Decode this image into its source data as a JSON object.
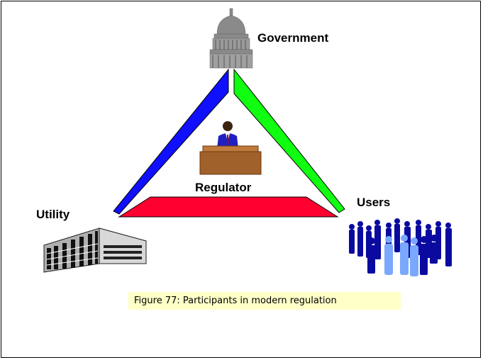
{
  "nodes": {
    "government": "Government",
    "regulator": "Regulator",
    "utility": "Utility",
    "users": "Users"
  },
  "caption": "Figure 77: Participants in modern regulation",
  "colors": {
    "left_edge": "#1010ff",
    "right_edge": "#10ff10",
    "bottom_edge": "#ff0030",
    "desk": "#a0622a",
    "capitol": "#8a8a8a",
    "people": "#0a0aa0",
    "caption_bg": "#ffffc8"
  },
  "icons": [
    "capitol-building-icon",
    "regulator-at-desk-icon",
    "office-building-icon",
    "crowd-of-people-icon"
  ]
}
